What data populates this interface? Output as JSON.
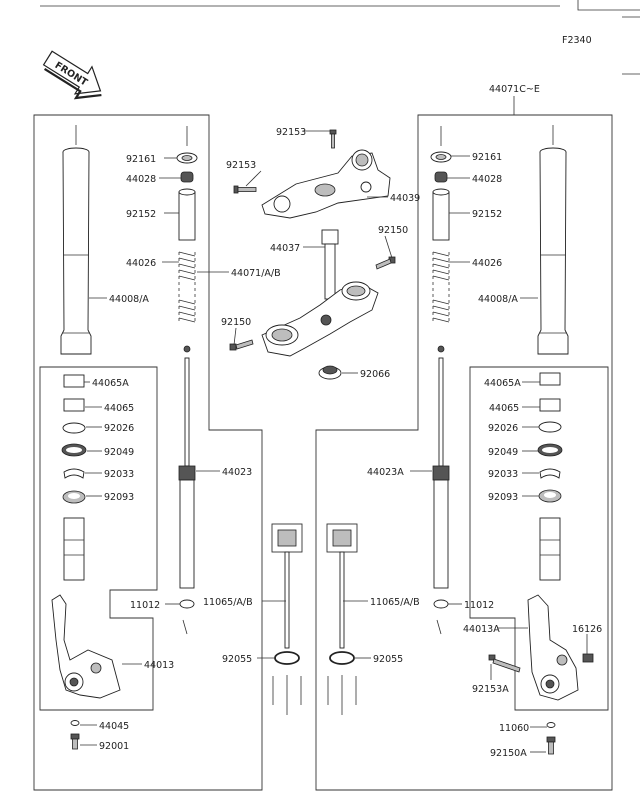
{
  "header": {
    "figure_code": "F2340",
    "front_label": "FRONT"
  },
  "labels": {
    "l44071CE": "44071C~E",
    "l92153_top": "92153",
    "l92153_mid": "92153",
    "l44039": "44039",
    "l44037": "44037",
    "l92150_top": "92150",
    "l92150_bot": "92150",
    "l92066": "92066",
    "L92161": "92161",
    "L44028": "44028",
    "L92152": "92152",
    "L44026": "44026",
    "L44071AB": "44071/A/B",
    "L44008A": "44008/A",
    "L44065A": "44065A",
    "L44065": "44065",
    "L92026": "92026",
    "L92049": "92049",
    "L92033": "92033",
    "L92093": "92093",
    "L44023": "44023",
    "L11012": "11012",
    "L11065": "11065/A/B",
    "L92055": "92055",
    "L44013": "44013",
    "L44045": "44045",
    "L92001": "92001",
    "R92161": "92161",
    "R44028": "44028",
    "R92152": "92152",
    "R44026": "44026",
    "R44008A": "44008/A",
    "R44065A": "44065A",
    "R44065": "44065",
    "R92026": "92026",
    "R92049": "92049",
    "R92033": "92033",
    "R92093": "92093",
    "R44023A": "44023A",
    "R11012": "11012",
    "R11065": "11065/A/B",
    "R92055": "92055",
    "R44013A": "44013A",
    "R16126": "16126",
    "R92153A": "92153A",
    "R11060": "11060",
    "R92150A": "92150A"
  }
}
